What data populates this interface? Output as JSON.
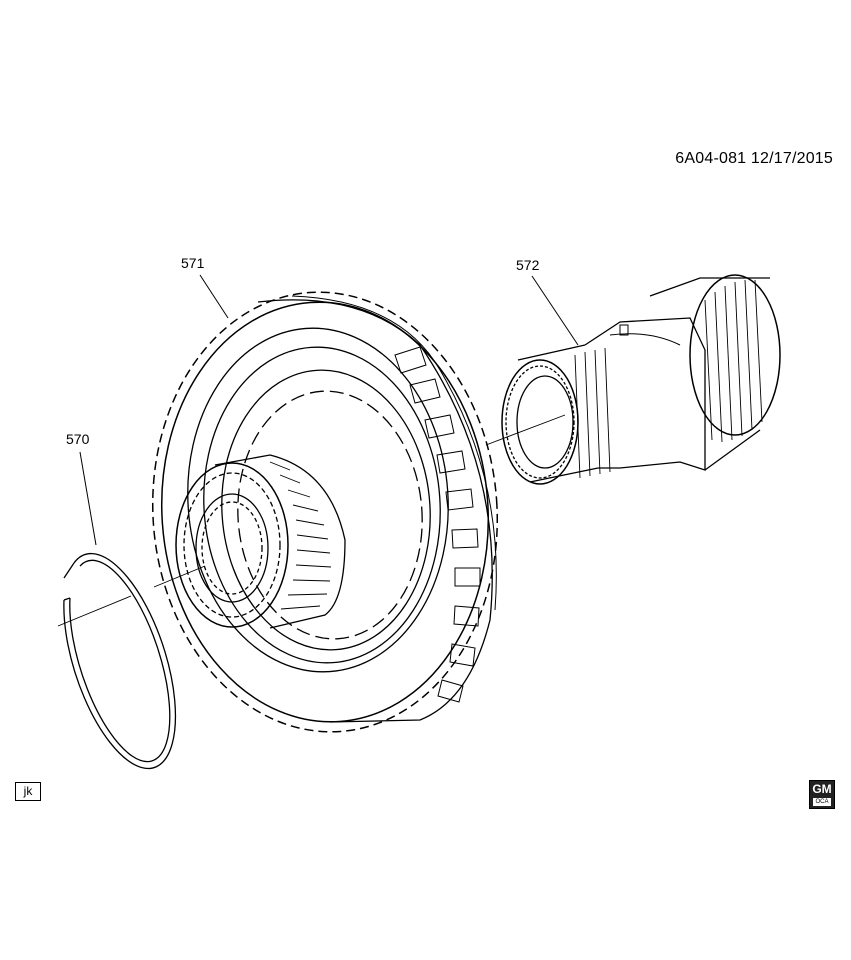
{
  "header": {
    "drawing_code": "6A04-081  12/17/2015"
  },
  "callouts": [
    {
      "id": "570",
      "label": "570"
    },
    {
      "id": "571",
      "label": "571"
    },
    {
      "id": "572",
      "label": "572"
    }
  ],
  "footer": {
    "initials": "jk",
    "logo_text": "GM",
    "logo_sub": "OCA"
  },
  "colors": {
    "line": "#000000",
    "background": "#ffffff"
  }
}
